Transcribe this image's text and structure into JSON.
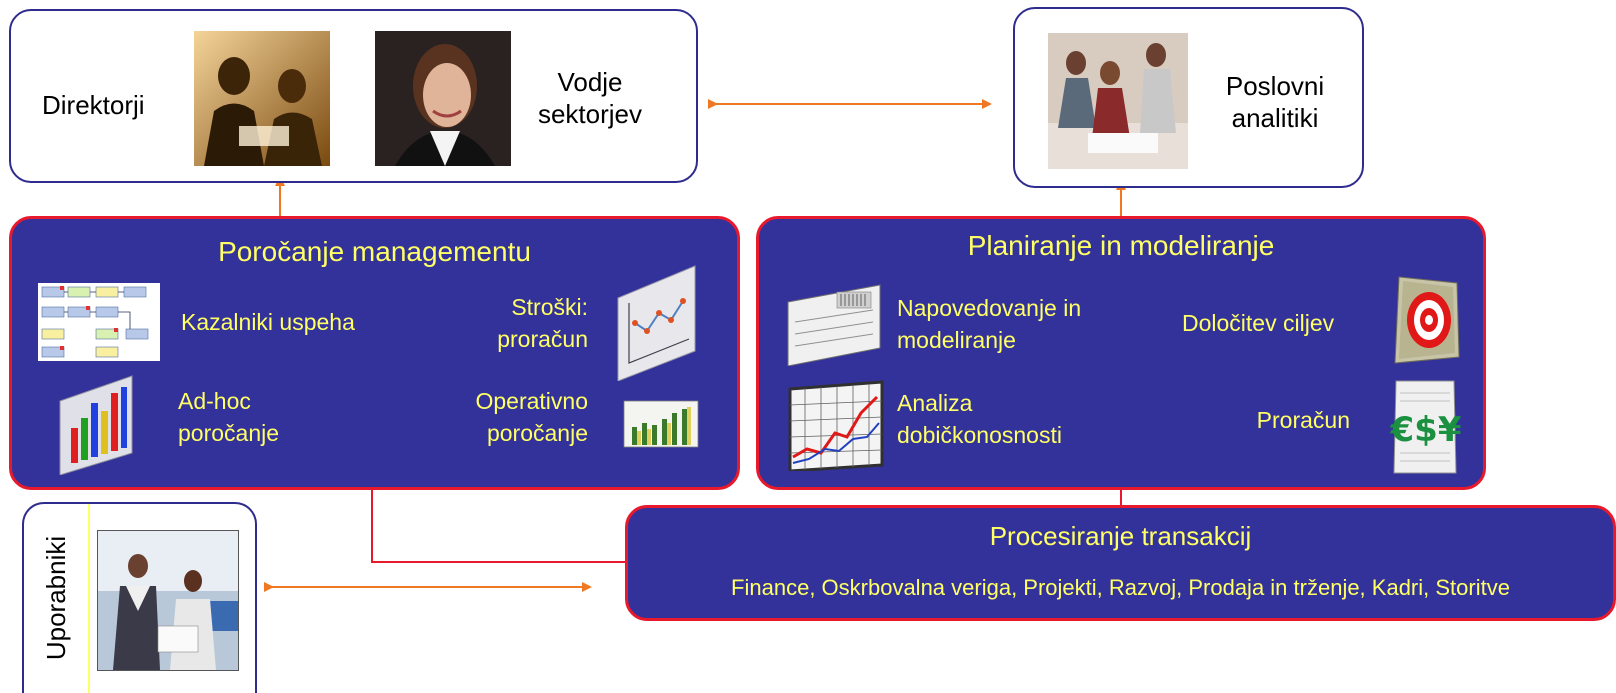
{
  "colors": {
    "panel_fill": "#33329a",
    "panel_border": "#e8192c",
    "box_border": "#2e2c8c",
    "arrow": "#f07820",
    "panel_text": "#ffff66"
  },
  "roles": {
    "directors": "Direktorji",
    "sector_leaders": "Vodje\nsektorjev",
    "analysts": "Poslovni\nanalitiki",
    "users": "Uporabniki"
  },
  "reporting": {
    "title": "Poročanje managementu",
    "kpi": "Kazalniki uspeha",
    "costs": "Stroški:\nproračun",
    "adhoc": "Ad-hoc\nporočanje",
    "operational": "Operativno\nporočanje"
  },
  "planning": {
    "title": "Planiranje in modeliranje",
    "forecasting": "Napovedovanje in\nmodeliranje",
    "goals": "Določitev ciljev",
    "profitability": "Analiza\ndobičkonosnosti",
    "budget": "Proračun"
  },
  "transactions": {
    "title": "Procesiranje transakcij",
    "areas": "Finance, Oskrbovalna veriga, Projekti, Razvoj, Prodaja in trženje, Kadri, Storitve"
  },
  "icons": [
    "photo-executives-icon",
    "photo-manager-icon",
    "photo-analysts-icon",
    "photo-users-icon",
    "process-flow-icon",
    "line-chart-icon",
    "bar-chart-icon",
    "mini-bar-chart-icon",
    "spreadsheet-icon",
    "target-icon",
    "trend-grid-icon",
    "currency-icon"
  ]
}
